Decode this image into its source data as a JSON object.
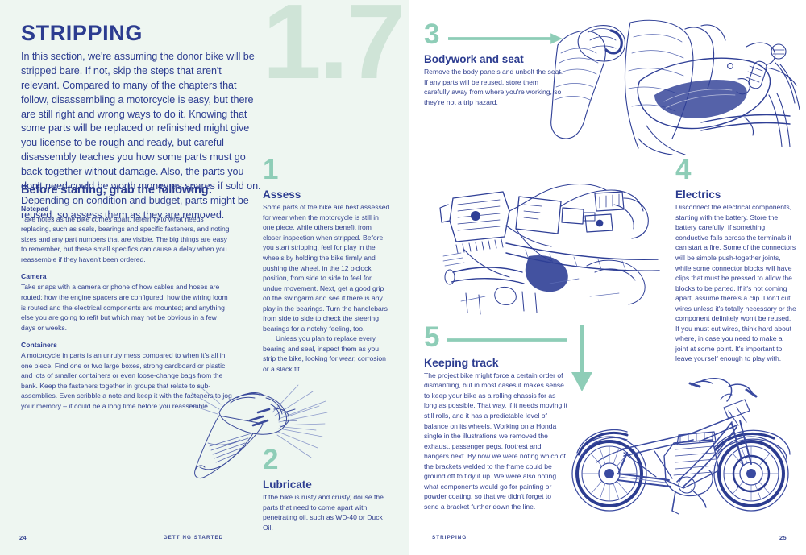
{
  "colors": {
    "ink": "#2c3c90",
    "green": "#8ecdb7",
    "watermark": "#cfe4d7",
    "page_left_bg": "#eef6f1",
    "page_right_bg": "#ffffff"
  },
  "left_page": {
    "watermark": "1.7",
    "title": "STRIPPING",
    "intro": "In this section, we're assuming the donor bike will be stripped bare. If not, skip the steps that aren't relevant. Compared to many of the chapters that follow, disassembling a motorcycle is easy, but there are still right and wrong ways to do it. Knowing that some parts will be replaced or refinished might give you license to be rough and ready, but careful disassembly teaches you how some parts must go back together without damage. Also, the parts you don't need could be worth money as spares if sold on. Depending on condition and budget, parts might be reused, so assess them as they are removed.",
    "checklist": {
      "heading": "Before starting, grab the following:",
      "items": [
        {
          "label": "Notepad",
          "text": "Take notes as the bike comes apart, referring to what needs replacing, such as seals, bearings and specific fasteners, and noting sizes and any part numbers that are visible. The big things are easy to remember, but these small specifics can cause a delay when you reassemble if they haven't been ordered."
        },
        {
          "label": "Camera",
          "text": "Take snaps with a camera or phone of how cables and hoses are routed; how the engine spacers are configured; how the wiring loom is routed and the electrical components are mounted; and anything else you are going to refit but which may not be obvious in a few days or weeks."
        },
        {
          "label": "Containers",
          "text": "A motorcycle in parts is an unruly mess compared to when it's all in one piece. Find one or two large boxes, strong cardboard or plastic, and lots of smaller containers or even loose-change bags from the bank. Keep the fasteners together in groups that relate to sub-assemblies. Even scribble a note and keep it with the fasteners to jog your memory – it could be a long time before you reassemble."
        }
      ]
    },
    "steps": [
      {
        "number": "1",
        "title": "Assess",
        "paragraphs": [
          "Some parts of the bike are best assessed for wear when the motorcycle is still in one piece, while others benefit from closer inspection when stripped. Before you start stripping, feel for play in the wheels by holding the bike firmly and pushing the wheel, in the 12 o'clock position, from side to side to feel for undue movement. Next, get a good grip on the swingarm and see if there is any play in the bearings. Turn the handlebars from side to side to check the steering bearings for a notchy feeling, too.",
          "Unless you plan to replace every bearing and seal, inspect them as you strip the bike, looking for wear, corrosion or a slack fit."
        ]
      },
      {
        "number": "2",
        "title": "Lubricate",
        "paragraphs": [
          "If the bike is rusty and crusty, douse the parts that need to come apart with penetrating oil, such as WD-40 or Duck Oil."
        ]
      }
    ],
    "illustrations": [
      {
        "name": "spray-can-illustration"
      }
    ],
    "footer": {
      "page_number": "24",
      "chapter_label": "GETTING STARTED"
    }
  },
  "right_page": {
    "steps": [
      {
        "number": "3",
        "title": "Bodywork and seat",
        "arrow": "right",
        "paragraphs": [
          "Remove the body panels and unbolt the seat. If any parts will be reused, store them carefully away from where you're working, so they're not a trip hazard."
        ]
      },
      {
        "number": "4",
        "title": "Electrics",
        "paragraphs": [
          "Disconnect the electrical components, starting with the battery. Store the battery carefully; if something conductive falls across the terminals it can start a fire. Some of the connectors will be simple push-together joints, while some connector blocks will have clips that must be pressed to allow the blocks to be parted. If it's not coming apart, assume there's a clip. Don't cut wires unless it's totally necessary or the component definitely won't be reused. If you must cut wires, think hard about where, in case you need to make a joint at some point. It's important to leave yourself enough to play with."
        ]
      },
      {
        "number": "5",
        "title": "Keeping track",
        "arrow": "down",
        "paragraphs": [
          "The project bike might force a certain order of dismantling, but in most cases it makes sense to keep your bike as a rolling chassis for as long as possible. That way, if it needs moving it still rolls, and it has a predictable level of balance on its wheels. Working on a Honda single in the illustrations we removed the exhaust, passenger pegs, footrest and hangers next. By now we were noting which of the brackets welded to the frame could be ground off to tidy it up. We were also noting what components would go for painting or powder coating, so that we didn't forget to send a bracket further down the line."
        ]
      }
    ],
    "illustrations": [
      {
        "name": "fuel-tank-removal-illustration"
      },
      {
        "name": "electrical-components-illustration"
      },
      {
        "name": "stripped-motorcycle-illustration"
      }
    ],
    "footer": {
      "page_number": "25",
      "chapter_label": "STRIPPING"
    }
  }
}
